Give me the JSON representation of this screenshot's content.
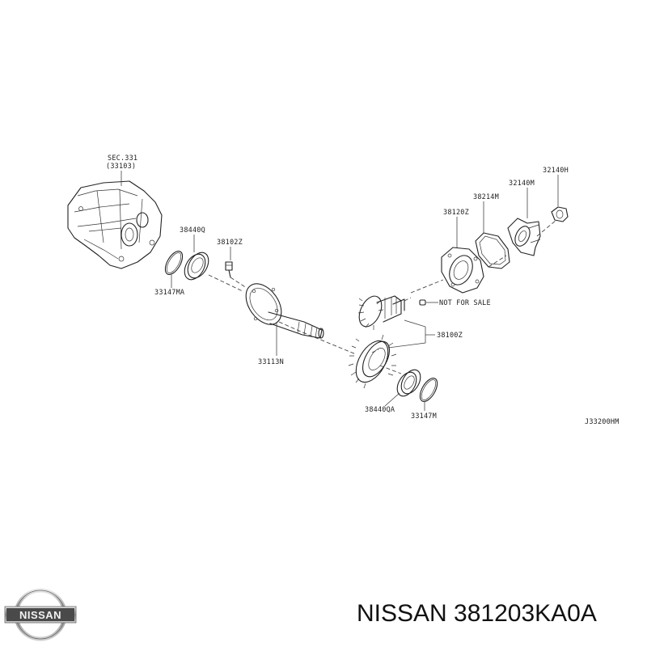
{
  "diagram": {
    "labels": {
      "sec": "SEC.331",
      "sec_ref": "(33103)",
      "p38440q": "38440Q",
      "p38102z": "38102Z",
      "p33147ma": "33147MA",
      "p33113n": "33113N",
      "p38120z": "38120Z",
      "p38214m": "38214M",
      "p32140m": "32140M",
      "p32140h": "32140H",
      "not_for_sale": "NOT FOR SALE",
      "p38100z": "38100Z",
      "p38440qa": "38440QA",
      "p33147m": "33147M",
      "drawing_code": "J33200HM"
    }
  },
  "brand": {
    "logo_text": "NISSAN"
  },
  "footer": {
    "caption": "NISSAN 381203KA0A"
  }
}
